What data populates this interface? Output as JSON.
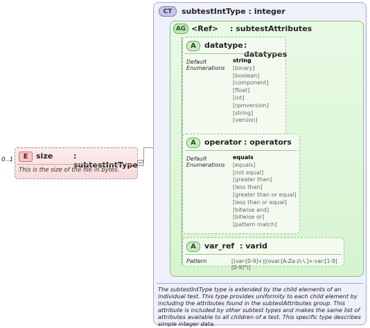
{
  "element": {
    "occurs": "0..1",
    "badge": "E",
    "name": "size",
    "type": ": subtestIntType",
    "doc": "This is the size of the file in bytes."
  },
  "complex_type": {
    "badge": "CT",
    "title": "subtestIntType  : integer",
    "doc": "The subtestIntType type is extended by the child elements of an individual test.  This type provides uniformity to each child element by including the attributes found in the subtestAttributes group.  This attribute is included by other subtest types and makes the same list of attributes available to all children of a test.  This specific type describes simple integer data."
  },
  "attribute_group": {
    "badge": "AG",
    "ref": "<Ref>",
    "type": ": subtestAttributes"
  },
  "attributes": [
    {
      "badge": "A",
      "name": "datatype",
      "type": ": datatypes",
      "labels": [
        "Default",
        "Enumerations"
      ],
      "default": "string",
      "enumerations": [
        "[binary]",
        "[boolean]",
        "[component]",
        "[float]",
        "[int]",
        "[rpmversion]",
        "[string]",
        "[version]"
      ]
    },
    {
      "badge": "A",
      "name": "operator",
      "type": ": operators",
      "labels": [
        "Default",
        "Enumerations"
      ],
      "default": "equals",
      "enumerations": [
        "[equals]",
        "[not equal]",
        "[greater than]",
        "[less than]",
        "[greater than or equal]",
        "[less than or equal]",
        "[bitwise and]",
        "[bitwise or]",
        "[pattern match]"
      ]
    },
    {
      "badge": "A",
      "name": "var_ref",
      "type": ": varid",
      "pattern_label": "Pattern",
      "pattern": "[(var-[0-9]+)|(oval:[A-Za-z\\-\\.]+:var:[1-9][0-9]*)]"
    }
  ],
  "colors": {
    "element_fill": "#f9dada",
    "complex_type_fill": "#eef0fa",
    "attribute_group_fill": "#d6f4d0",
    "attribute_fill": "#f3fbf0"
  }
}
